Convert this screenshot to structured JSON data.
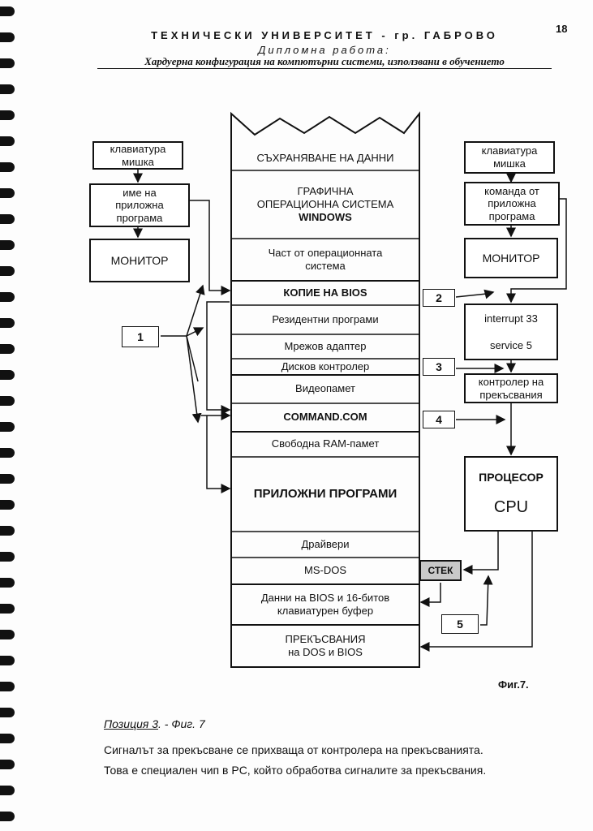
{
  "header": {
    "university": "ТЕХНИЧЕСКИ УНИВЕРСИТЕТ - гр. ГАБРОВО",
    "thesis": "Дипломна работа:",
    "subtitle": "Хардуерна конфигурация на компютърни системи, използвани в обучението",
    "page_number": "18"
  },
  "diagram": {
    "left_boxes": {
      "keyboard": [
        "клавиатура",
        "мишка"
      ],
      "program_name": [
        "име на",
        "приложна",
        "програма"
      ],
      "monitor": "МОНИТОР"
    },
    "right_boxes": {
      "keyboard": [
        "клавиатура",
        "мишка"
      ],
      "command": [
        "команда от",
        "приложна",
        "програма"
      ],
      "monitor": "МОНИТОР",
      "interrupt": [
        "interrupt 33",
        "service 5"
      ],
      "controller": [
        "контролер на",
        "прекъсвания"
      ],
      "cpu_title": "ПРОЦЕСОР",
      "cpu_sub": "CPU",
      "stack": "СТЕК"
    },
    "memory": {
      "save": "СЪХРАНЯВАНЕ НА ДАННИ",
      "gui": [
        "ГРАФИЧНА",
        "ОПЕРАЦИОННА СИСТЕМА",
        "WINDOWS"
      ],
      "os_part": [
        "Част от операционната",
        "система"
      ],
      "bios_copy": "КОПИЕ НА BIOS",
      "resident": "Резидентни програми",
      "network": "Мрежов адаптер",
      "disk": "Дисков контролер",
      "video": "Видеопамет",
      "command": "COMMAND.COM",
      "free_ram": "Свободна RAM-памет",
      "apps": "ПРИЛОЖНИ ПРОГРАМИ",
      "drivers": "Драйвери",
      "msdos": "MS-DOS",
      "bios_data": [
        "Данни на BIOS и 16-битов",
        "клавиатурен буфер"
      ],
      "interrupts": [
        "ПРЕКЪСВАНИЯ",
        "на DOS и BIOS"
      ]
    },
    "markers": [
      "1",
      "2",
      "3",
      "4",
      "5"
    ],
    "caption": "Фиг.7."
  },
  "text": {
    "position_label": "Позиция 3",
    "position_suffix": ". - Фиг. 7",
    "paragraph_1": "Сигналът за прекъсване се прихваща от контролера на прекъсванията.",
    "paragraph_2": "Това е специален чип в PC, който обработва сигналите за прекъсвания."
  }
}
